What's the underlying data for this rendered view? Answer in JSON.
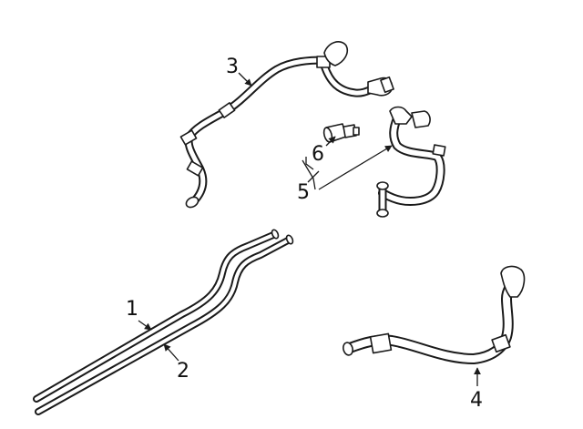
{
  "diagram": {
    "callouts": [
      {
        "id": "1",
        "label": "1"
      },
      {
        "id": "2",
        "label": "2"
      },
      {
        "id": "3",
        "label": "3"
      },
      {
        "id": "4",
        "label": "4"
      },
      {
        "id": "5",
        "label": "5"
      },
      {
        "id": "6",
        "label": "6"
      }
    ]
  },
  "colors": {
    "line": "#1a1a1a",
    "background": "#ffffff"
  }
}
